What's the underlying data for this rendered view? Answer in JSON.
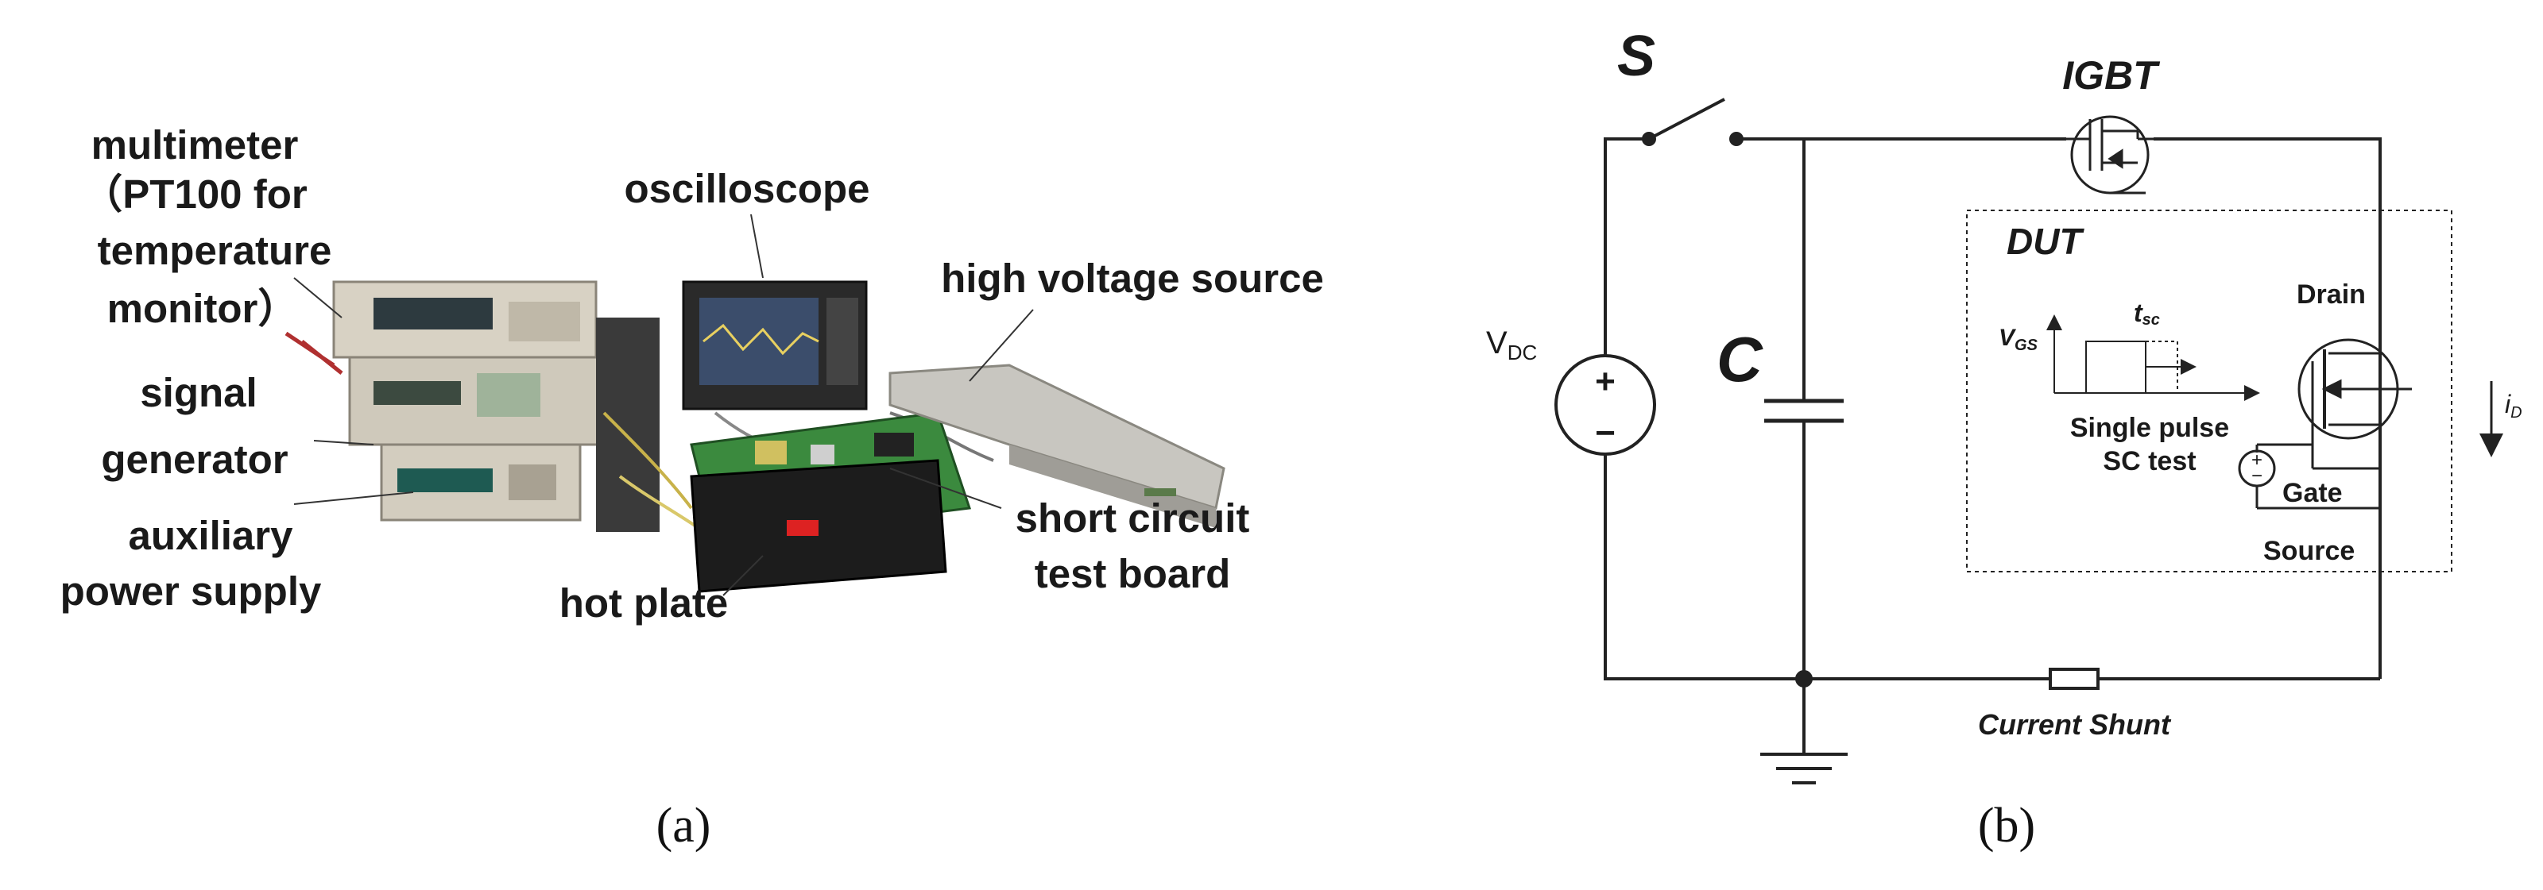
{
  "photo_panel": {
    "labels": {
      "multimeter_1": "multimeter",
      "multimeter_2": "（PT100 for",
      "multimeter_3": "temperature",
      "multimeter_4": "monitor）",
      "oscilloscope": "oscilloscope",
      "hv_source": "high voltage source",
      "signal_gen_1": "signal",
      "signal_gen_2": "generator",
      "aux_power_1": "auxiliary",
      "aux_power_2": "power supply",
      "hot_plate": "hot plate",
      "sc_board_1": "short circuit",
      "sc_board_2": "test board"
    },
    "caption": "(a)"
  },
  "circuit_panel": {
    "labels": {
      "switch": "S",
      "igbt": "IGBT",
      "dut": "DUT",
      "vdc_main": "V",
      "vdc_sub": "DC",
      "capacitor": "C",
      "vgs_main": "V",
      "vgs_sub": "GS",
      "tsc_main": "t",
      "tsc_sub": "sc",
      "drain": "Drain",
      "pulse_1": "Single pulse",
      "pulse_2": "SC test",
      "gate": "Gate",
      "source": "Source",
      "id_main": "i",
      "id_sub": "D",
      "shunt": "Current Shunt",
      "plus": "+",
      "minus": "−"
    },
    "caption": "(b)"
  }
}
